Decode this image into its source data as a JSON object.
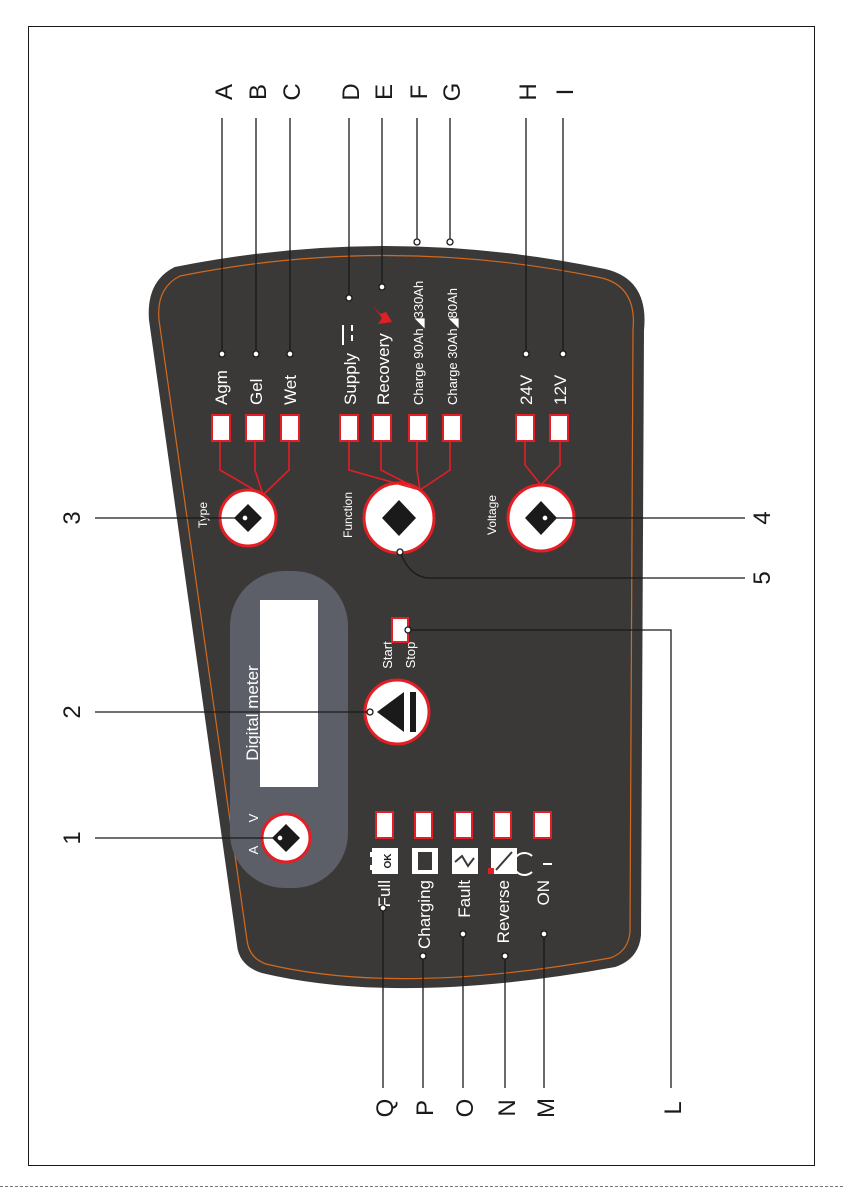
{
  "callouts": {
    "top": [
      "A",
      "B",
      "C",
      "D",
      "E",
      "F",
      "G",
      "H",
      "I"
    ],
    "bottom": [
      "Q",
      "P",
      "O",
      "N",
      "M",
      "L"
    ],
    "left": [
      "1",
      "2",
      "3"
    ],
    "right": [
      "4",
      "5"
    ]
  },
  "panel": {
    "meter_title": "Digital meter",
    "meter_mode_a": "A",
    "meter_mode_v": "V",
    "start": "Start",
    "stop": "Stop",
    "type_label": "Type",
    "function_label": "Function",
    "voltage_label": "Voltage",
    "battery_types": [
      "Agm",
      "Gel",
      "Wet"
    ],
    "functions": [
      "Supply",
      "Recovery",
      "Charge 90Ah◢330Ah",
      "Charge 30Ah◢80Ah"
    ],
    "voltages": [
      "24V",
      "12V"
    ],
    "status": [
      "Full",
      "Charging",
      "Fault",
      "Reverse",
      "ON"
    ],
    "ok_badge": "OK"
  },
  "colors": {
    "panel_fill": "#3b3938",
    "panel_edge": "#d2691e",
    "meter_fill": "#5d5f68",
    "screen_fill": "#ffffff",
    "accent_red": "#e31e24",
    "text_light": "#ffffff",
    "line": "#1a1a1a"
  },
  "icons": [
    "supply-dc-icon",
    "recovery-wrench-icon",
    "battery-ok-icon",
    "battery-charging-icon",
    "battery-fault-icon",
    "battery-reverse-icon",
    "power-icon",
    "arrow-left-right-icon",
    "eject-arrow-icon"
  ]
}
